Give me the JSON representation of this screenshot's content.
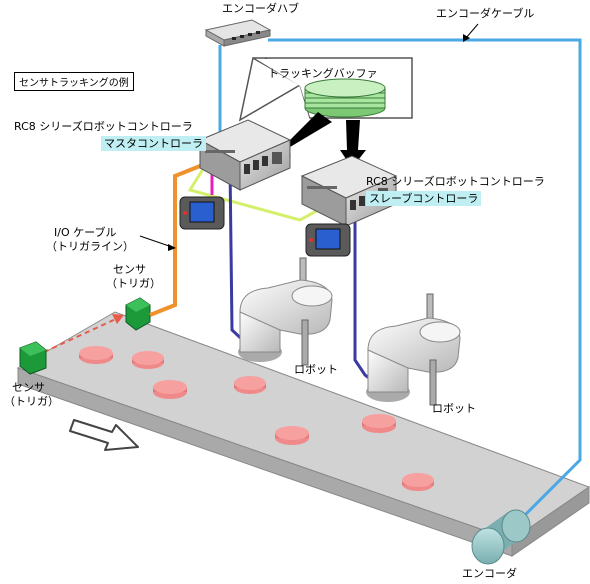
{
  "labels": {
    "encoder_hub": "エンコーダハブ",
    "encoder_cable": "エンコーダケーブル",
    "example_title": "センサトラッキングの例",
    "tracking_buffer": "トラッキングバッファ",
    "master_series": "RC8 シリーズロボットコントローラ",
    "master_role": "マスタコントローラ",
    "slave_series": "RC8 シリーズロボットコントローラ",
    "slave_role": "スレーブコントローラ",
    "io_cable_line1": "I/O ケーブル",
    "io_cable_line2": "（トリガライン）",
    "sensor_upper_line1": "センサ",
    "sensor_upper_line2": "（トリガ）",
    "sensor_lower_line1": "センサ",
    "sensor_lower_line2": "（トリガ）",
    "robot_left": "ロボット",
    "robot_right": "ロボット",
    "encoder": "エンコーダ"
  },
  "colors": {
    "encoder_cable": "#4aa8e6",
    "io_cable": "#f0922c",
    "sync_cable": "#d4f06a",
    "teach_cable": "#e020c0",
    "robot_cable": "#3a3aa0",
    "conveyor": "#cfcfcf",
    "workpiece": "#f08a8a",
    "sensor": "#1c9a3a",
    "buffer": "#a8e6a0",
    "highlight": "#bfeff2"
  },
  "icons": [
    "encoder-hub-icon",
    "controller-icon",
    "teach-pendant-icon",
    "scara-robot-icon",
    "sensor-icon",
    "encoder-icon",
    "buffer-stack-icon",
    "direction-arrow-icon"
  ]
}
